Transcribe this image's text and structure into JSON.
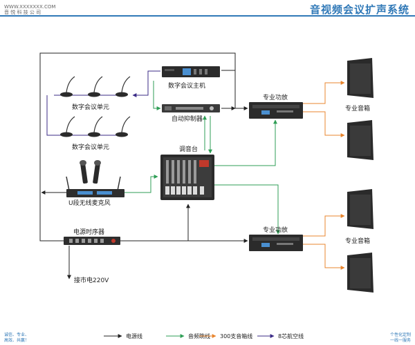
{
  "header": {
    "title": "音视频会议扩声系统",
    "logo_line1": "WWW.XXXXXXX.COM",
    "logo_line2": "音 悦 科 技 公 司"
  },
  "labels": {
    "host": "数字会议主机",
    "unit1": "数字会议单元",
    "unit2": "数字会议单元",
    "suppressor": "自动抑制器",
    "mixer": "调音台",
    "wireless": "U段无线麦克风",
    "sequencer": "电源时序器",
    "mains": "接市电220V",
    "amp1": "专业功放",
    "amp2": "专业功放",
    "spk1": "专业音箱",
    "spk2": "专业音箱"
  },
  "legend": [
    {
      "label": "电源线",
      "color": "#222222"
    },
    {
      "label": "音频跳线",
      "color": "#2e9e55"
    },
    {
      "label": "300支音箱线",
      "color": "#e8842c"
    },
    {
      "label": "8芯航空线",
      "color": "#3a2a86"
    }
  ],
  "footer": {
    "left": "诚信、专业、\n高效、共赢！",
    "right": "个性化定制\n一线一服务"
  },
  "colors": {
    "power": "#222222",
    "audio": "#2e9e55",
    "speaker": "#e8842c",
    "aviation": "#3a2a86",
    "accent": "#2f78b7"
  }
}
